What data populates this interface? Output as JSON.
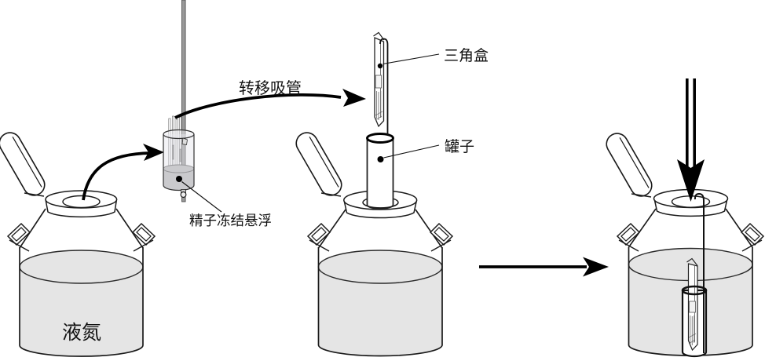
{
  "labels": {
    "liquid_nitrogen": "液氮",
    "transfer_pipette": "转移吸管",
    "triangle_box": "三角盒",
    "canister": "罐子",
    "frozen_sperm_suspension": "精子冻结悬浮"
  },
  "colors": {
    "outline": "#1a1a1a",
    "dewar_liquid": "#e5e5e5",
    "rod_gray": "#999999",
    "vial_liquid": "#b5b5b5",
    "arrow_black": "#000000"
  }
}
